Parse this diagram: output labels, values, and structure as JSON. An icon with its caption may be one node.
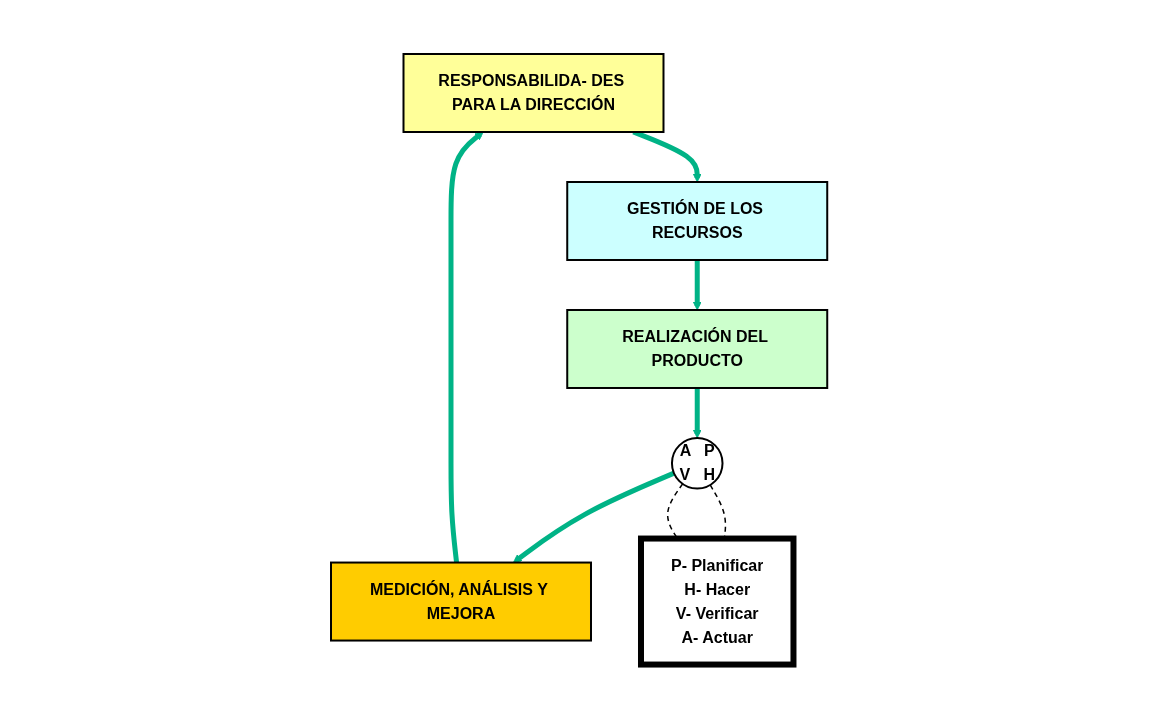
{
  "diagram": {
    "nodes": [
      {
        "text": [
          "RESPONSABILIDA- DES PARA LA DIRECCIÓN"
        ]
      },
      {
        "text": [
          "MEDICIÓN, ANÁLISIS Y MEJORA"
        ]
      },
      {
        "text": [
          "GESTIÓN DE LOS RECURSOS"
        ]
      },
      {
        "text": [
          "REALIZACIÓN DEL PRODUCTO"
        ]
      },
      {
        "text": [
          "A",
          "P",
          "V",
          "H"
        ]
      },
      {
        "text": [
          "P- Planificar",
          "H- Hacer",
          "V- Verificar",
          "A- Actuar"
        ]
      }
    ],
    "edges": [
      {
        "from": 1,
        "to": 0,
        "arrow": "to"
      },
      {
        "from": 0,
        "to": 2,
        "arrow": "to"
      },
      {
        "from": 2,
        "to": 3,
        "arrow": "to"
      },
      {
        "from": 3,
        "to": 4,
        "arrow": "to"
      },
      {
        "from": 4,
        "to": 1,
        "arrow": "to"
      },
      {
        "from": 4,
        "to": 5,
        "arrow": "none",
        "style": "dashed",
        "color": "#000000"
      },
      {
        "from": 4,
        "to": 5,
        "arrow": "none",
        "style": "dashed",
        "color": "#000000"
      }
    ]
  }
}
